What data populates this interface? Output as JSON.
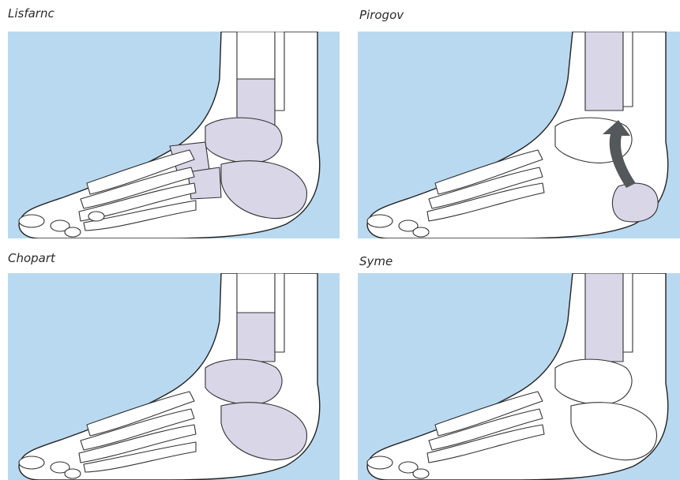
{
  "panels": [
    {
      "title": "Lisfarnc",
      "resected": [
        "tarsals",
        "calcaneus",
        "talus",
        "tibia"
      ]
    },
    {
      "title": "Pirogov",
      "resected": [
        "tibia",
        "calcaneus-fragment"
      ],
      "rotation_arrow": true
    },
    {
      "title": "Chopart",
      "resected": [
        "talus",
        "calcaneus",
        "tibia"
      ]
    },
    {
      "title": "Syme",
      "resected": [
        "tibia"
      ]
    }
  ],
  "colors": {
    "background_blue": "#b9d9f0",
    "shaded_bone": "#d9d6e8",
    "arrow": "#55585a"
  }
}
